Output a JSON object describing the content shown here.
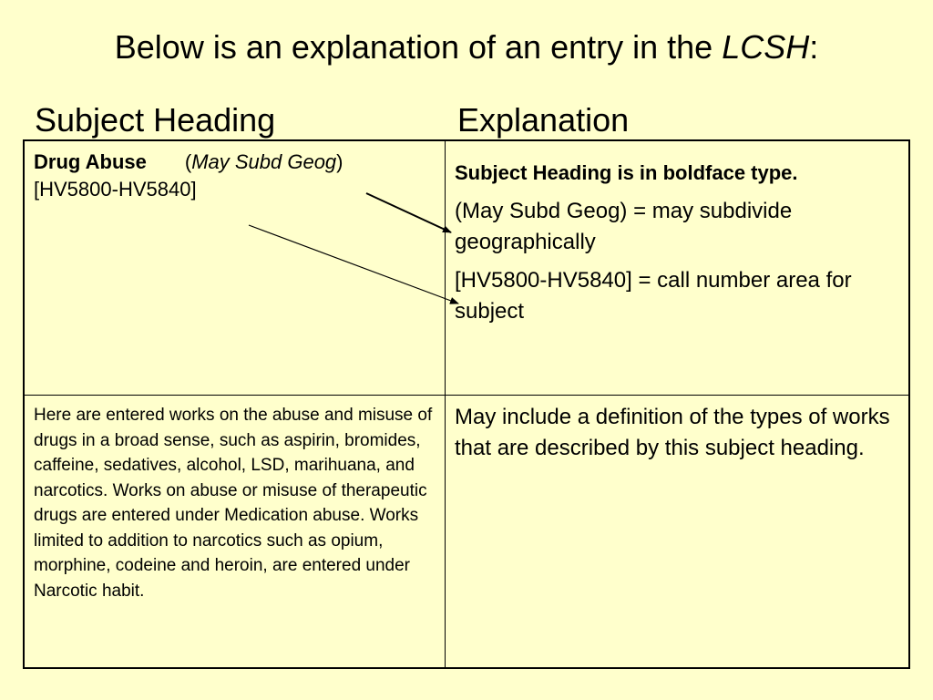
{
  "slide": {
    "title_prefix": "Below is an explanation of an entry in the ",
    "title_italic": "LCSH",
    "title_suffix": ":"
  },
  "columns": {
    "left_header": "Subject Heading",
    "right_header": "Explanation"
  },
  "entry": {
    "heading": "Drug Abuse",
    "subdivision_open": "(",
    "subdivision": "May Subd Geog",
    "subdivision_close": ")",
    "call_number": "[HV5800-HV5840]",
    "scope_note": " Here are entered works on the abuse and misuse of drugs in a broad sense, such as aspirin, bromides, caffeine, sedatives, alcohol, LSD, marihuana, and narcotics. Works on abuse or misuse of therapeutic drugs are entered under Medication abuse. Works limited to addition to narcotics such as opium, morphine, codeine and heroin, are entered under Narcotic habit."
  },
  "explanation": {
    "boldface_note": "Subject Heading is in boldface type.",
    "subd_geog_note": "(May Subd Geog)  = may subdivide geographically",
    "call_number_note": " [HV5800-HV5840] = call number area for subject",
    "scope_note_explanation": "May include a definition of the types of works that are described by this subject heading."
  }
}
